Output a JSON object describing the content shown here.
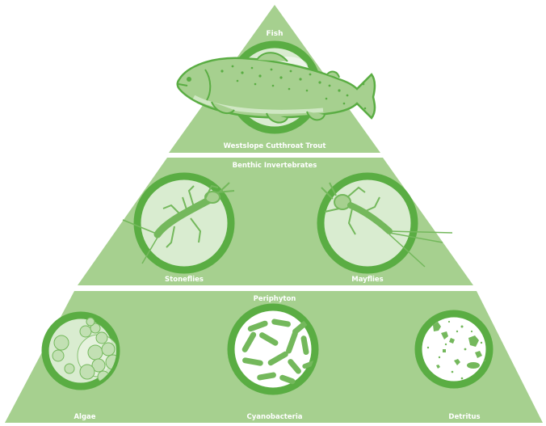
{
  "tiers": {
    "top": {
      "title": "Fish",
      "items": [
        "Westslope Cutthroat Trout"
      ]
    },
    "middle": {
      "title": "Benthic Invertebrates",
      "items": [
        "Stoneflies",
        "Mayflies"
      ]
    },
    "bottom": {
      "title": "Periphyton",
      "items": [
        "Algae",
        "Cyanobacteria",
        "Detritus"
      ]
    }
  },
  "colors": {
    "tier_fill": "#a6d08f",
    "circle_ring": "#5aad43",
    "circle_fill": "#d9ecd0",
    "organism": "#74b85c",
    "separator": "#ffffff"
  },
  "icons": {
    "fish": "trout-illustration",
    "stonefly": "stonefly-illustration",
    "mayfly": "mayfly-illustration",
    "algae": "algae-cells-illustration",
    "cyanobacteria": "rod-bacteria-illustration",
    "detritus": "particle-specks-illustration"
  }
}
